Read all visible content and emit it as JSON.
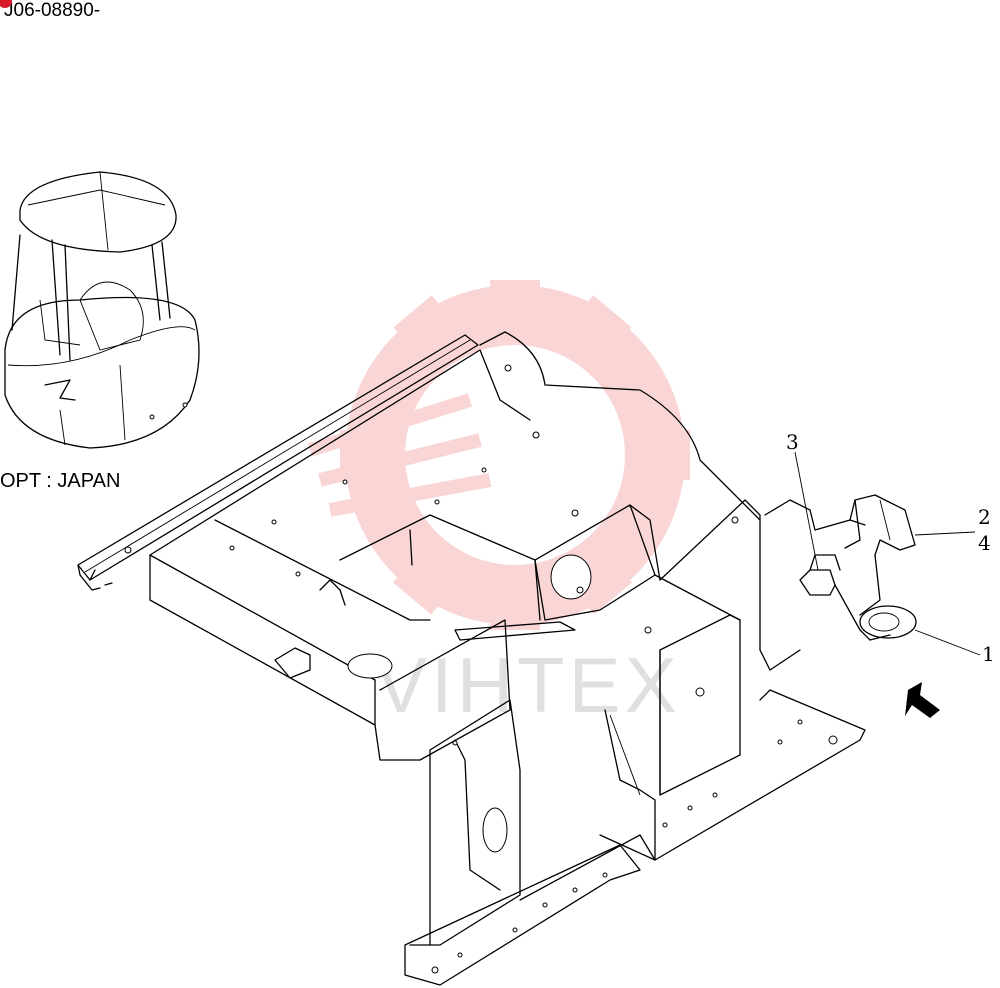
{
  "header": {
    "serial": "J06-08890-"
  },
  "option_label": "OPT : JAPAN",
  "callouts": [
    {
      "id": "1",
      "label": "1"
    },
    {
      "id": "2",
      "label": "2"
    },
    {
      "id": "3",
      "label": "3"
    },
    {
      "id": "4",
      "label": "4"
    }
  ],
  "watermark": {
    "text": "VIHTEX",
    "color": "#f4b8b8"
  },
  "icons": [
    "serial-mark-icon",
    "direction-arrow-icon",
    "watermark-gear-icon"
  ]
}
